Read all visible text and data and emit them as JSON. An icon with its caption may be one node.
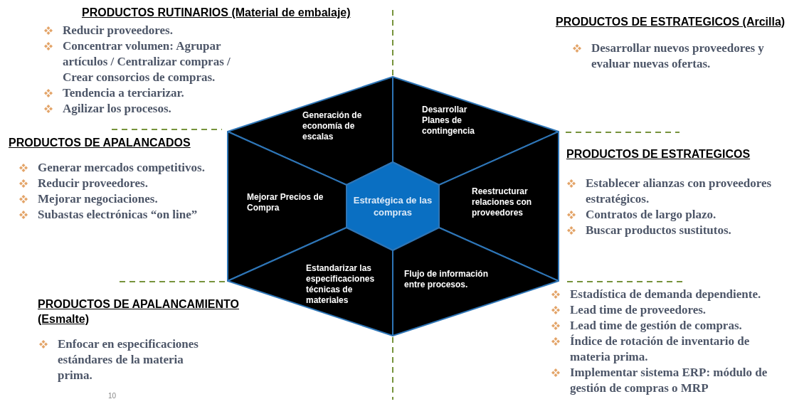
{
  "diagram": {
    "nodes": [
      {
        "text": [
          "Generación de economía de escalas"
        ]
      },
      {
        "text": [
          "Desarrollar Planes de contingencia"
        ]
      },
      {
        "text": [
          "Mejorar Precios de Compra"
        ]
      },
      {
        "text": [
          "Estratégica de las compras"
        ]
      },
      {
        "text": [
          "Reestructurar relaciones con proveedores"
        ]
      },
      {
        "text": [
          "Estandarizar las especificaciones técnicas de materiales"
        ]
      },
      {
        "text": [
          "Flujo de información entre procesos."
        ]
      }
    ],
    "labels": [
      "PRODUCTOS RUTINARIOS (Material de embalaje)",
      "Reducir proveedores.",
      "Concentrar volumen: Agrupar artículos / Centralizar compras / Crear consorcios de compras.",
      "Tendencia a terciarizar.",
      "Agilizar los procesos.",
      "PRODUCTOS DE ESTRATEGICOS (Arcilla)",
      "Desarrollar nuevos proveedores y evaluar nuevas ofertas.",
      "PRODUCTOS DE APALANCADOS",
      "Generar mercados competitivos.",
      "Reducir proveedores.",
      "Mejorar negociaciones.",
      "Subastas electrónicas “on line”",
      "PRODUCTOS DE ESTRATEGICOS",
      "Establecer alianzas con proveedores estratégicos.",
      "Contratos de largo plazo.",
      "Buscar productos sustitutos.",
      "PRODUCTOS DE APALANCAMIENTO (Esmalte)",
      "Enfocar en especificaciones estándares de la materia prima.",
      "Estadística de demanda dependiente.",
      "Lead time de proveedores.",
      "Lead time de gestión de compras.",
      "Índice de rotación de inventario de materia prima.",
      "Implementar sistema ERP: módulo de gestión de compras o MRP",
      "10"
    ]
  }
}
